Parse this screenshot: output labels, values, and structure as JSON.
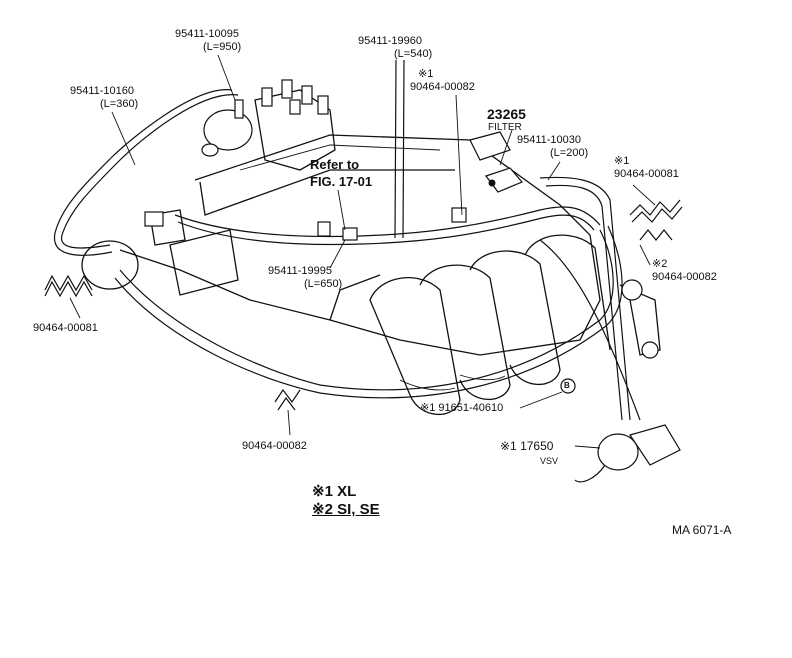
{
  "labels": {
    "hose_top": {
      "part": "95411-10095",
      "len": "(L=950)"
    },
    "hose_left": {
      "part": "95411-10160",
      "len": "(L=360)"
    },
    "hose_center": {
      "part": "95411-19960",
      "len": "(L=540)"
    },
    "clip_center": {
      "mark": "※1",
      "part": "90464-00082"
    },
    "filter": {
      "part": "23265",
      "name": "FILTER"
    },
    "hose_right": {
      "part": "95411-10030",
      "len": "(L=200)"
    },
    "clip_right1": {
      "mark": "※1",
      "part": "90464-00081"
    },
    "clip_right2": {
      "mark": "※2",
      "part": "90464-00082"
    },
    "refer": {
      "line1": "Refer to",
      "line2": "FIG. 17-01"
    },
    "hose_lower": {
      "part": "95411-19995",
      "len": "(L=650)"
    },
    "clip_left": {
      "part": "90464-00081"
    },
    "bolt": {
      "text": "※1  91651-40610"
    },
    "vsv": {
      "text": "※1  17650",
      "name": "VSV"
    },
    "clip_bottom": {
      "part": "90464-00082"
    },
    "callout_b": "B"
  },
  "notes": {
    "note1": "※1 XL",
    "note2": "※2 SI, SE"
  },
  "figure_code": "MA  6071-A"
}
